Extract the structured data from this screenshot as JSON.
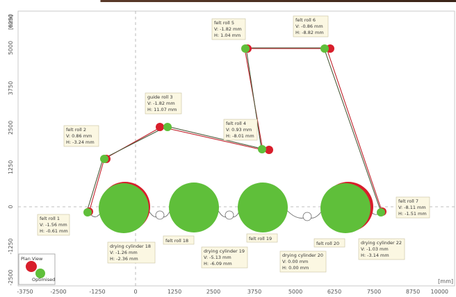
{
  "axes": {
    "y_unit": "[mm]",
    "x_unit": "[mm]",
    "y_ticks": [
      "6250",
      "5000",
      "3750",
      "2500",
      "1250",
      "0",
      "-1250",
      "-2500"
    ],
    "x_ticks": [
      "-3750",
      "-2500",
      "-1250",
      "0",
      "1250",
      "2500",
      "3750",
      "5000",
      "6250",
      "7500",
      "8750",
      "10000"
    ]
  },
  "rolls": [
    {
      "name": "felt roll 1",
      "lines": [
        "felt roll 1",
        "V: -1.56 mm",
        "H: -0.61 mm"
      ]
    },
    {
      "name": "felt roll 2",
      "lines": [
        "felt roll 2",
        "V: 0.86 mm",
        "H: -3.24 mm"
      ]
    },
    {
      "name": "guide roll 3",
      "lines": [
        "guide roll 3",
        "V: -1.82 mm",
        "H: 11.07 mm"
      ]
    },
    {
      "name": "felt roll 4",
      "lines": [
        "felt roll 4",
        "V: 0.93 mm",
        "H: -8.01 mm"
      ]
    },
    {
      "name": "felt roll 5",
      "lines": [
        "felt roll 5",
        "V: -1.82 mm",
        "H: 1.04 mm"
      ]
    },
    {
      "name": "felt roll 6",
      "lines": [
        "felt roll 6",
        "V: -0.86 mm",
        "H: -8.82 mm"
      ]
    },
    {
      "name": "felt roll 7",
      "lines": [
        "felt roll 7",
        "V: -8.11 mm",
        "H: -1.51 mm"
      ]
    },
    {
      "name": "drying cylinder 18",
      "lines": [
        "drying cylinder 18",
        "V: -1.26 mm",
        "H: -2.36 mm"
      ]
    },
    {
      "name": "felt roll 18",
      "lines": [
        "felt roll 18"
      ]
    },
    {
      "name": "drying cylinder 19",
      "lines": [
        "drying cylinder 19",
        "V: -5.13 mm",
        "H: -6.09 mm"
      ]
    },
    {
      "name": "felt roll 19",
      "lines": [
        "felt roll 19"
      ]
    },
    {
      "name": "drying cylinder 20",
      "lines": [
        "drying cylinder 20",
        "V: 0.00 mm",
        "H: 0.00 mm"
      ]
    },
    {
      "name": "felt roll 20",
      "lines": [
        "felt roll 20"
      ]
    },
    {
      "name": "drying cylinder 22",
      "lines": [
        "drying cylinder 22",
        "V: -1.03 mm",
        "H: -3.14 mm"
      ]
    }
  ],
  "legend": {
    "items": [
      "Plan View",
      "Optimised"
    ]
  },
  "colors": {
    "measured": "#d81e2b",
    "optimised": "#5fbf3a",
    "axis": "#999999",
    "idler": "#ffffff"
  }
}
